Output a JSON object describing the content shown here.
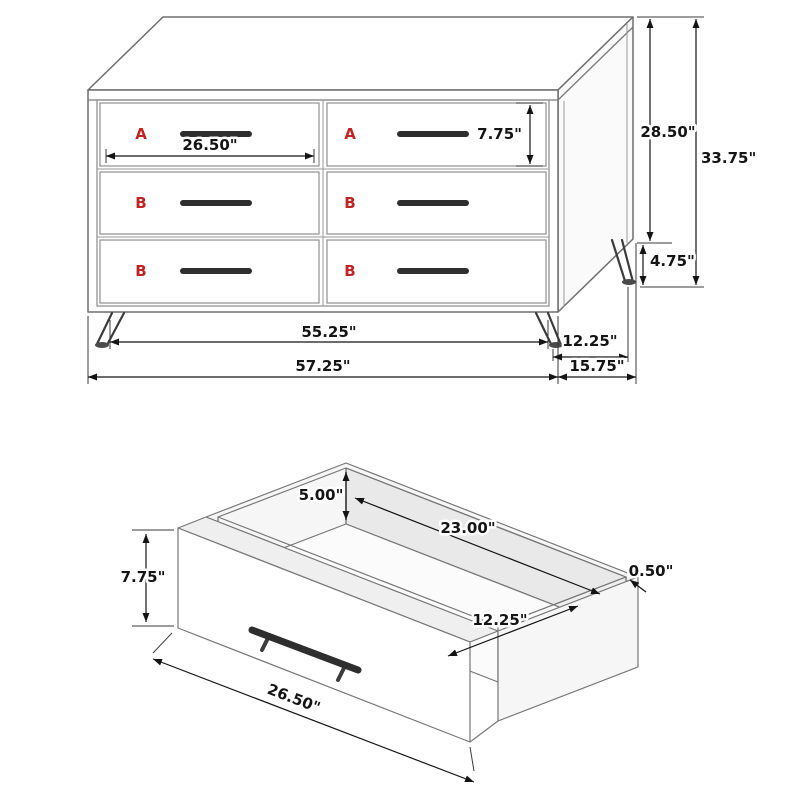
{
  "colors": {
    "accent_red": "#c12323",
    "line_gray": "#6e6e6e",
    "dim_black": "#141414"
  },
  "dresser": {
    "drawer_letters": [
      "A",
      "A",
      "B",
      "B",
      "B",
      "B"
    ],
    "dims": {
      "drawer_width": "26.50\"",
      "drawer_height": "7.75\"",
      "case_height": "28.50\"",
      "overall_height": "33.75\"",
      "leg_height": "4.75\"",
      "leg_span_depth": "12.25\"",
      "leg_span_width": "55.25\"",
      "overall_width": "57.25\"",
      "overall_depth": "15.75\""
    }
  },
  "drawer_box": {
    "dims": {
      "front_height": "7.75\"",
      "inner_height": "5.00\"",
      "inner_width": "23.00\"",
      "side_thickness": "0.50\"",
      "inner_depth": "12.25\"",
      "front_width": "26.50\""
    }
  }
}
